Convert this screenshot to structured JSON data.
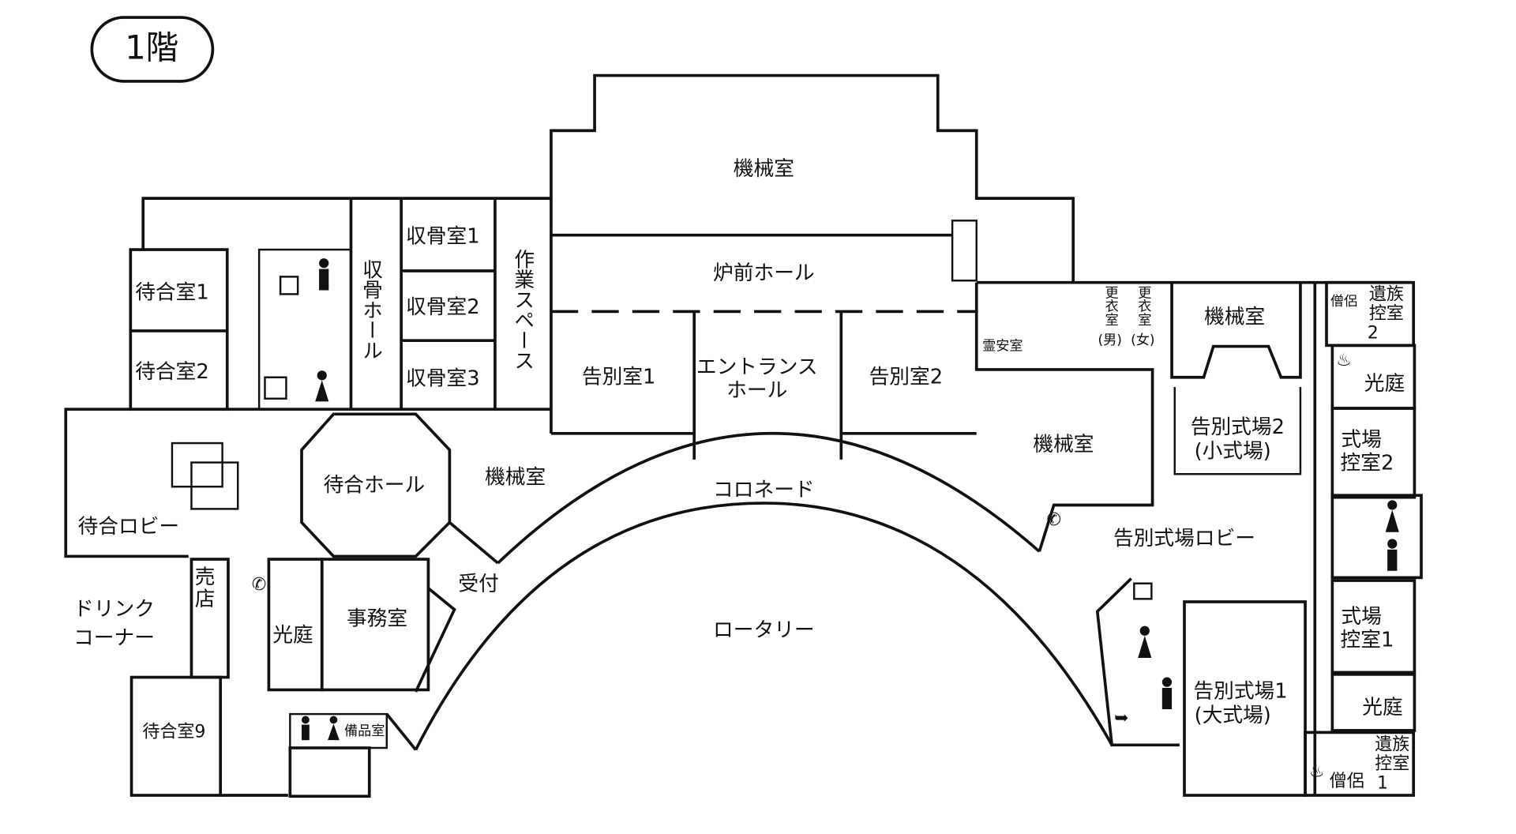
{
  "floor_title": "1階",
  "rooms": {
    "machine_room_top": "機械室",
    "furnace_hall": "炉前ホール",
    "farewell_room_1": "告別室1",
    "entrance_hall_1": "エントランス",
    "entrance_hall_2": "ホール",
    "farewell_room_2": "告別室2",
    "mortuary": "霊安室",
    "changing_men_1": "更衣室",
    "changing_men_2": "(男)",
    "changing_women_1": "更衣室",
    "changing_women_2": "(女)",
    "machine_room_right": "機械室",
    "priest_2": "僧侶",
    "family_room_2_a": "遺族",
    "family_room_2_b": "控室",
    "family_room_2_c": "2",
    "light_court_upper": "光庭",
    "ceremony_hall_2_a": "告別式場2",
    "ceremony_hall_2_b": "(小式場)",
    "ceremony_waiting_2_a": "式場",
    "ceremony_waiting_2_b": "控室2",
    "machine_room_mid": "機械室",
    "colonnade": "コロネード",
    "ceremony_lobby": "告別式場ロビー",
    "ceremony_waiting_1_a": "式場",
    "ceremony_waiting_1_b": "控室1",
    "ceremony_hall_1_a": "告別式場1",
    "ceremony_hall_1_b": "(大式場)",
    "light_court_lower": "光庭",
    "family_room_1_a": "遺族",
    "family_room_1_b": "控室",
    "family_room_1_c": "1",
    "priest_1": "僧侶",
    "rotary": "ロータリー",
    "reception": "受付",
    "office": "事務室",
    "light_court_left": "光庭",
    "shop_1": "売",
    "shop_2": "店",
    "drink_corner_1": "ドリンク",
    "drink_corner_2": "コーナー",
    "waiting_room_9": "待合室9",
    "storage": "備品室",
    "waiting_lobby": "待合ロビー",
    "waiting_hall": "待合ホール",
    "machine_room_left": "機械室",
    "waiting_room_1": "待合室1",
    "waiting_room_2": "待合室2",
    "bone_hall": "収骨ホール",
    "bone_room_1": "収骨室1",
    "bone_room_2": "収骨室2",
    "bone_room_3": "収骨室3",
    "work_space": "作業スペース"
  }
}
